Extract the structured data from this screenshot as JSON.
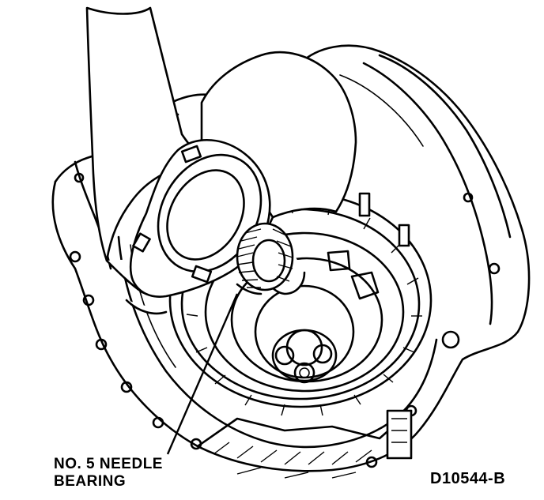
{
  "callout": {
    "line1": "NO. 5 NEEDLE",
    "line2": "BEARING"
  },
  "figure_id": "D10544-B",
  "colors": {
    "ink": "#000000",
    "paper": "#ffffff"
  }
}
